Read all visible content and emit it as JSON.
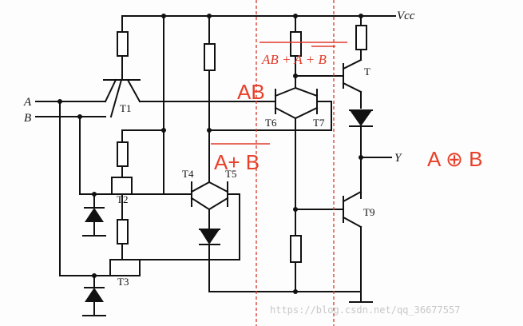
{
  "labels": {
    "vcc": "Vcc",
    "input_a": "A",
    "input_b": "B",
    "output_y": "Y",
    "t1": "T1",
    "t2": "T2",
    "t3": "T3",
    "t4": "T4",
    "t5": "T5",
    "t6": "T6",
    "t7": "T7",
    "t8": "T",
    "t9": "T9"
  },
  "annotations": {
    "nor_expr": "AB + A + B",
    "and_term": "AB",
    "or_term": "A+ B",
    "xor_result": "A ⊕ B"
  },
  "watermark": "https://blog.csdn.net/qq_36677557",
  "colors": {
    "annotation": "#e8402a",
    "wire": "#111111",
    "guide_line": "#d43a2a"
  }
}
